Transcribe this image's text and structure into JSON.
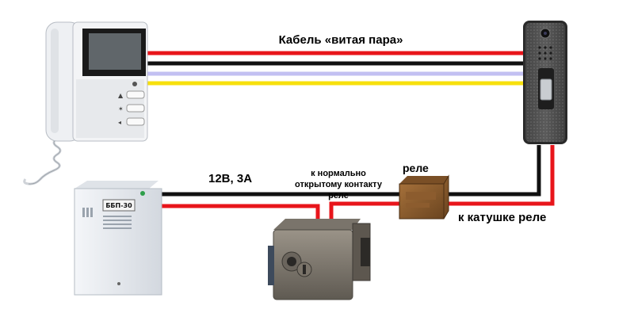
{
  "labels": {
    "cable": "Кабель «витая пара»",
    "power": "12В, 3А",
    "contact": "к нормально открытому контакту реле",
    "relay": "реле",
    "coil": "к катушке реле"
  },
  "psu_badge": "ББП-30",
  "wire_colors": {
    "red": "#e8151b",
    "black": "#111111",
    "lavender": "#c2c0f2",
    "yellow": "#f7e00c"
  }
}
